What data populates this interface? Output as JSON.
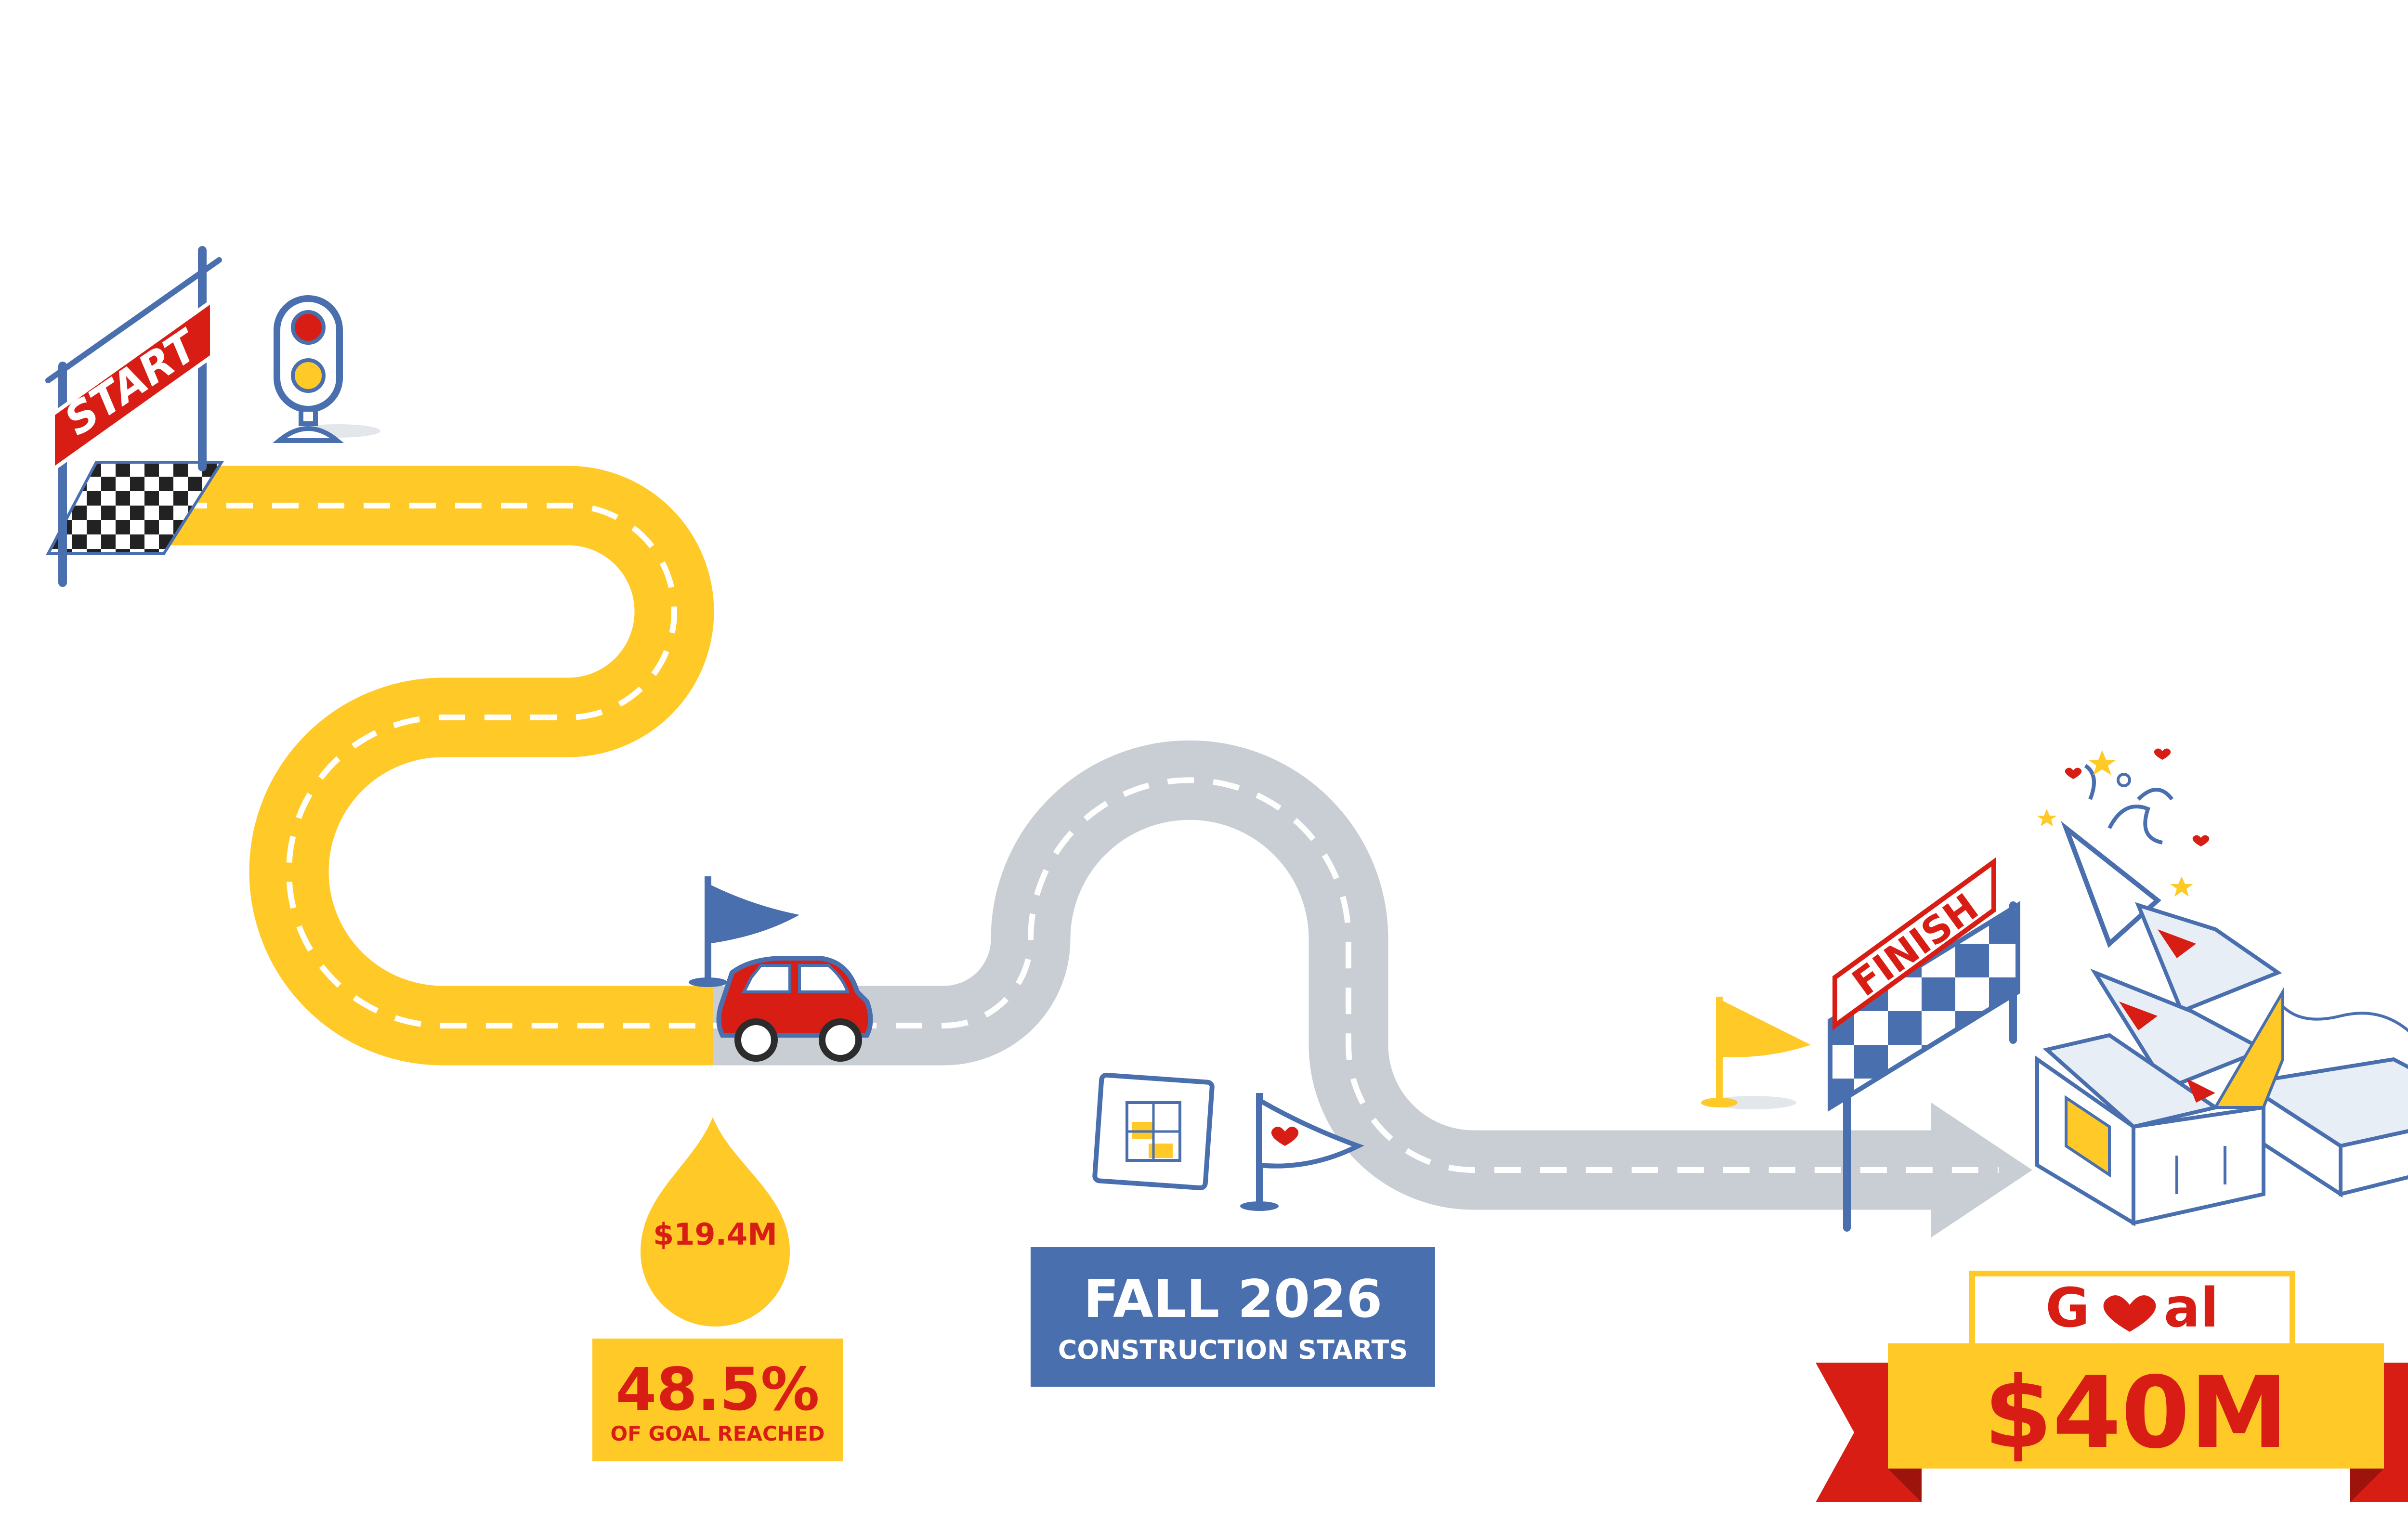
{
  "start_sign": {
    "label": "START"
  },
  "finish_sign": {
    "label": "FINISH"
  },
  "progress": {
    "amount": "$19.4M",
    "percent": "48.5%",
    "caption": "OF GOAL REACHED",
    "fraction": 0.485
  },
  "milestone": {
    "date": "FALL 2026",
    "caption": "CONSTRUCTION STARTS"
  },
  "goal": {
    "label_before": "G",
    "label_after": "al",
    "amount": "$40M"
  },
  "icons": [
    "traffic-light-icon",
    "car-icon",
    "flag-icon",
    "blueprint-icon",
    "party-popper-icon",
    "building-icon",
    "heart-icon"
  ],
  "colors": {
    "road_done": "#FFC928",
    "road_todo": "#C8CED3",
    "primary_blue": "#4A6FAE",
    "accent_red": "#D81E14",
    "label_yellow": "#FFC928"
  }
}
